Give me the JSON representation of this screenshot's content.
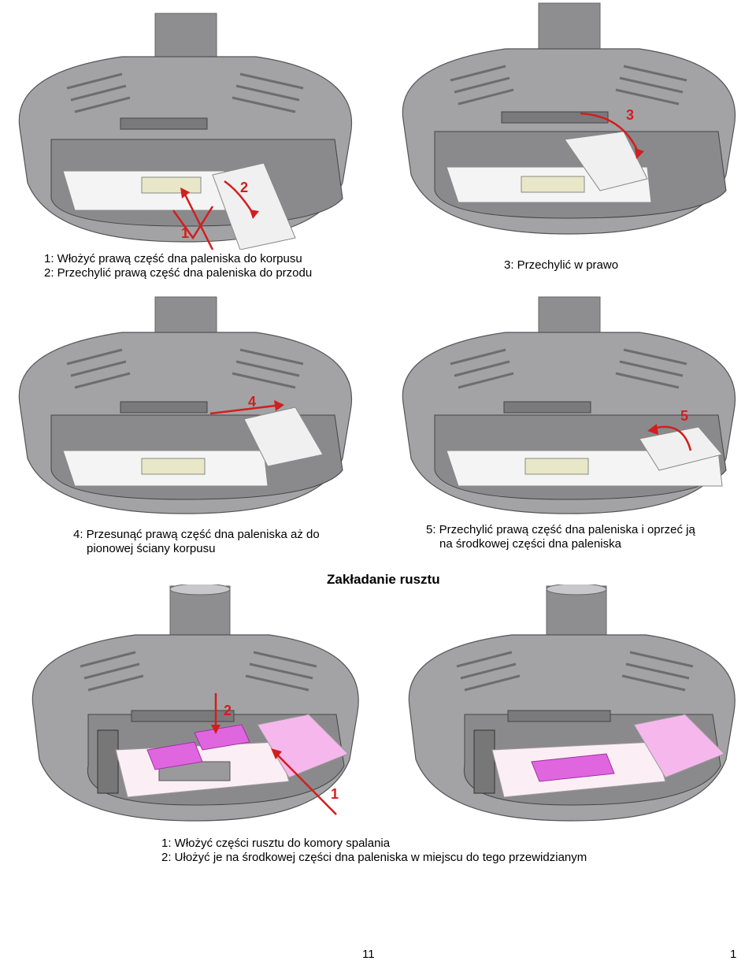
{
  "captions": {
    "fig1_line1": "1: Włożyć prawą część dna paleniska do korpusu",
    "fig1_line2": "2: Przechylić prawą część dna paleniska do przodu",
    "fig2_line1": "3: Przechylić w prawo",
    "fig3_line1": "4: Przesunąć prawą część dna paleniska aż do",
    "fig3_line2": "pionowej ściany korpusu",
    "fig4_line1": "5: Przechylić prawą część dna paleniska i oprzeć ją",
    "fig4_line2": "na środkowej części dna paleniska",
    "fig5_line1": "1: Włożyć części rusztu do komory spalania",
    "fig5_line2": "2: Ułożyć je na środkowej części dna paleniska w miejscu do tego przewidzianym"
  },
  "section_title": "Zakładanie rusztu",
  "step_markers": {
    "f1a": "1",
    "f1b": "2",
    "f2": "3",
    "f3": "4",
    "f4": "5",
    "f5a": "2",
    "f5b": "1"
  },
  "footer": {
    "page_left": "11",
    "page_right": "1"
  },
  "colors": {
    "body": "#9b9b9d",
    "arrow": "#d21e1e",
    "grate": "#e066e0"
  }
}
